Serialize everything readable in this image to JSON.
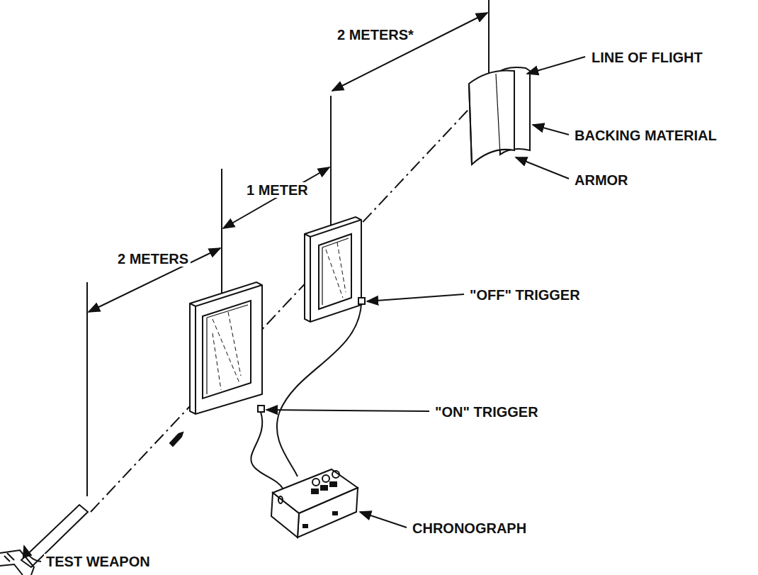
{
  "diagram": {
    "labels": [
      "2 METERS*",
      "1 METER",
      "2 METERS",
      "LINE OF FLIGHT",
      "BACKING MATERIAL",
      "ARMOR",
      "\"OFF\" TRIGGER",
      "\"ON\" TRIGGER",
      "CHRONOGRAPH",
      "TEST WEAPON"
    ]
  }
}
